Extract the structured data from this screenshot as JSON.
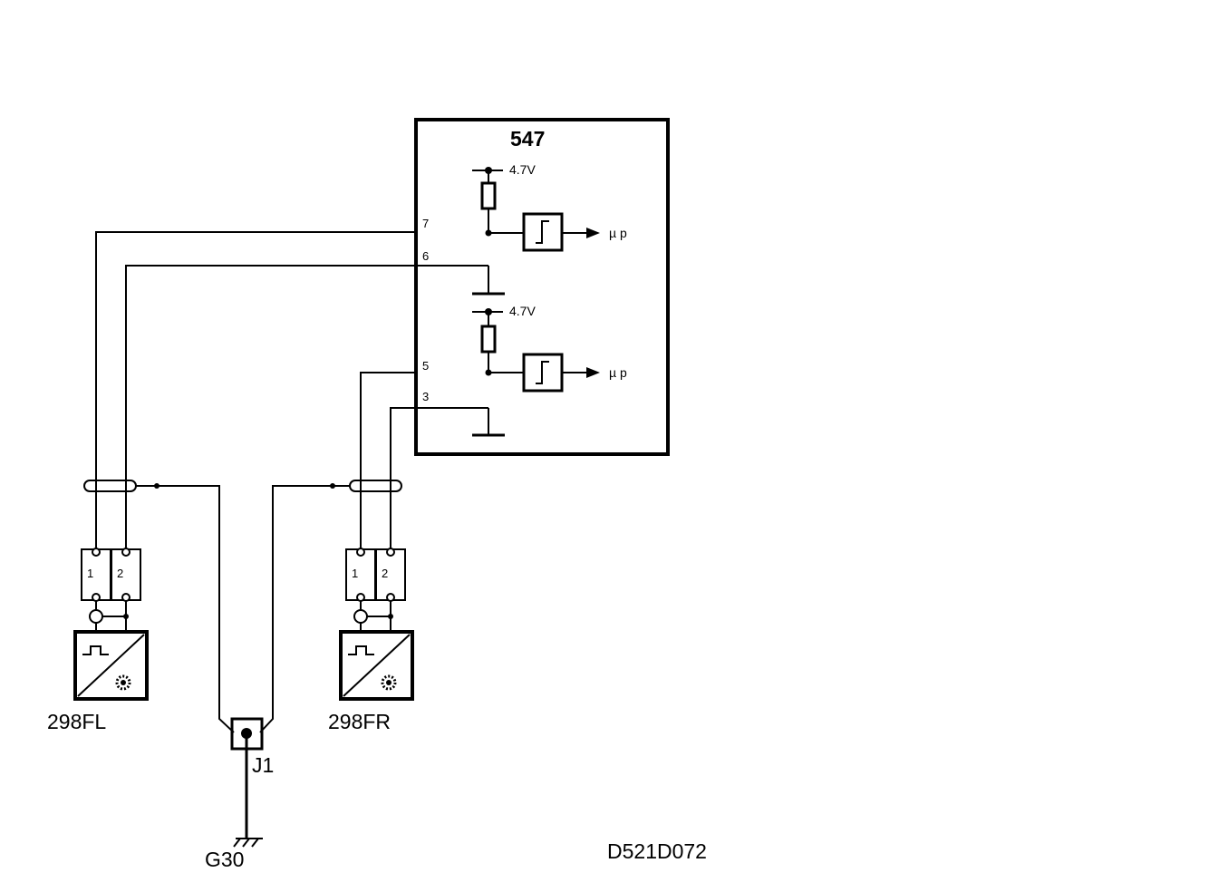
{
  "diagram_code": "D521D072",
  "ecu": {
    "id": "547",
    "supply_voltage_top": "4.7V",
    "supply_voltage_bottom": "4.7V",
    "output_top": "µ p",
    "output_bottom": "µ p",
    "pins": {
      "p7": "7",
      "p6": "6",
      "p5": "5",
      "p3": "3"
    }
  },
  "sensors": {
    "left": {
      "label": "298FL",
      "pin1": "1",
      "pin2": "2"
    },
    "right": {
      "label": "298FR",
      "pin1": "1",
      "pin2": "2"
    }
  },
  "junction": {
    "label": "J1"
  },
  "ground": {
    "label": "G30"
  }
}
